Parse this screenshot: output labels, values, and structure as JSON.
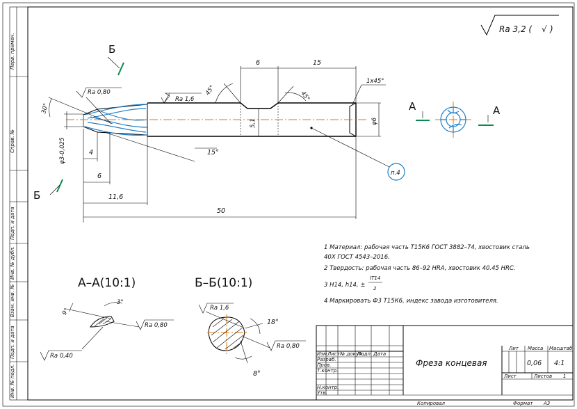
{
  "roughness_general": "Ra 3,2 (",
  "roughness_check": "√",
  "roughness_close": ")",
  "section_a": "А",
  "section_b": "Б",
  "dims": {
    "d6_top": "6",
    "d15": "15",
    "chamfer": "1x45°",
    "ang45a": "45°",
    "ang45b": "45°",
    "d51": "5,1",
    "phi6": "φ6",
    "ra080": "Ra 0,80",
    "ra16": "Ra 1,6",
    "ang30": "30°",
    "phi3": "φ3-0,025",
    "ang15": "15°",
    "d4": "4",
    "d6": "6",
    "d116": "11,6",
    "d50": "50",
    "pos4": "п.4"
  },
  "view_aa": {
    "title": "А–А(10:1)",
    "ang9": "9°",
    "ang3": "3°",
    "ra080": "Ra 0,80",
    "ra040": "Ra 0,40"
  },
  "view_bb": {
    "title": "Б–Б(10:1)",
    "ra16": "Ra 1,6",
    "ang18": "18°",
    "ra080": "Ra 0,80",
    "ang8": "8°"
  },
  "notes": [
    "1 Материал: рабочая часть Т15К6 ГОСТ 3882–74, хвостовик сталь",
    "40Х ГОСТ 4543–2016.",
    "2 Твердость: рабочая часть 86–92 HRA, хвостовик 40.45 HRC.",
    "3 H14, h14, ±",
    "IT14",
    "2",
    "4 Маркировать Ф3 Т15К6, индекс завода изготовителя."
  ],
  "side_stamps": [
    "Перв. примен.",
    "Справ. №",
    "Подп. и дата",
    "Инв. № дубл.",
    "Взам. инв. №",
    "Подп. и дата",
    "Инв. № подл."
  ],
  "title_block": {
    "name": "Фреза концевая",
    "lit": "Лит",
    "mass": "Масса",
    "scale": "Масштаб",
    "mass_val": "0,06",
    "scale_val": "4:1",
    "sheet": "Лист",
    "sheets": "Листов",
    "sheets_val": "1",
    "hdr": [
      "Изм.",
      "Лист",
      "№ докум.",
      "Подп.",
      "Дата"
    ],
    "roles": [
      "Разраб.",
      "Пров.",
      "Т.контр.",
      "",
      "Н.контр.",
      "Утв."
    ],
    "copied": "Копировал",
    "format": "Формат",
    "format_val": "A3"
  }
}
